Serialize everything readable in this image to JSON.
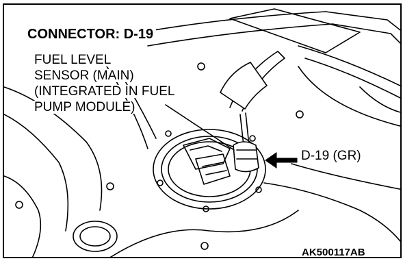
{
  "title": "CONNECTOR: D-19",
  "sensor_label_lines": [
    "FUEL LEVEL",
    "SENSOR (MAIN)",
    "(INTEGRATED IN FUEL",
    "PUMP MODULE)"
  ],
  "connector_label": "D-19 (GR)",
  "figure_code": "AK500117AB"
}
